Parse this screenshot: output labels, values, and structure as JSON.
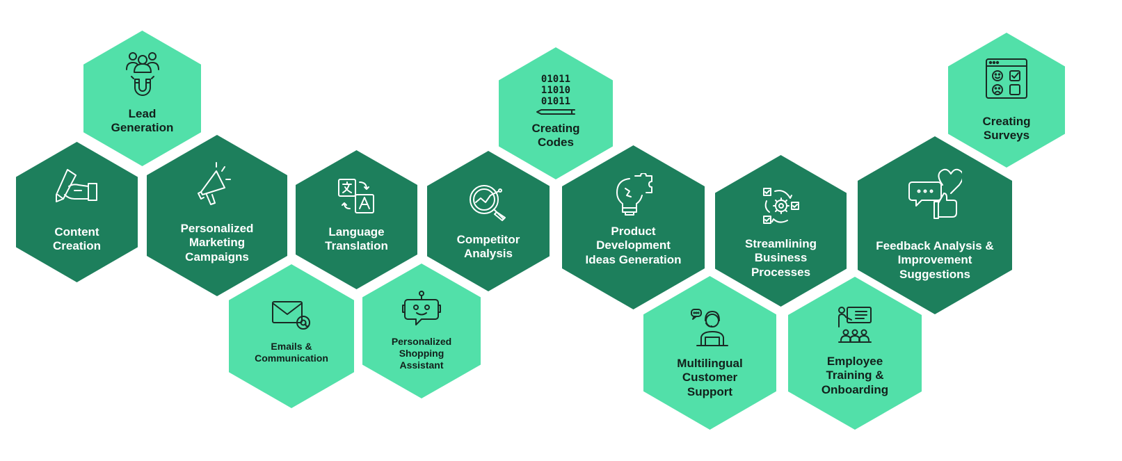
{
  "diagram": {
    "items": [
      {
        "id": "lead-generation",
        "label": "Lead\nGeneration",
        "icon": "users-magnet-icon",
        "tone": "light"
      },
      {
        "id": "content-creation",
        "label": "Content\nCreation",
        "icon": "hand-pen-icon",
        "tone": "dark"
      },
      {
        "id": "personalized-marketing-campaigns",
        "label": "Personalized\nMarketing\nCampaigns",
        "icon": "megaphone-icon",
        "tone": "dark"
      },
      {
        "id": "emails-communication",
        "label": "Emails &\nCommunication",
        "icon": "email-at-icon",
        "tone": "light"
      },
      {
        "id": "language-translation",
        "label": "Language\nTranslation",
        "icon": "translate-icon",
        "tone": "dark"
      },
      {
        "id": "personalized-shopping-assistant",
        "label": "Personalized\nShopping\nAssistant",
        "icon": "robot-chat-icon",
        "tone": "light"
      },
      {
        "id": "competitor-analysis",
        "label": "Competitor\nAnalysis",
        "icon": "magnifier-chart-icon",
        "tone": "dark"
      },
      {
        "id": "creating-codes",
        "label": "Creating\nCodes",
        "icon": "binary-code-icon",
        "code_lines": [
          "01011",
          "11010",
          "01011"
        ],
        "tone": "light"
      },
      {
        "id": "product-development",
        "label": "Product\nDevelopment\nIdeas Generation",
        "icon": "lightbulb-puzzle-icon",
        "tone": "dark"
      },
      {
        "id": "streamlining-business-processes",
        "label": "Streamlining\nBusiness\nProcesses",
        "icon": "process-gear-icon",
        "tone": "dark"
      },
      {
        "id": "multilingual-customer-support",
        "label": "Multilingual\nCustomer\nSupport",
        "icon": "support-agent-icon",
        "tone": "light"
      },
      {
        "id": "employee-training-onboarding",
        "label": "Employee\nTraining &\nOnboarding",
        "icon": "presentation-icon",
        "tone": "light"
      },
      {
        "id": "feedback-analysis",
        "label": "Feedback Analysis &\nImprovement\nSuggestions",
        "icon": "feedback-thumbs-icon",
        "tone": "dark"
      },
      {
        "id": "creating-surveys",
        "label": "Creating\nSurveys",
        "icon": "survey-form-icon",
        "tone": "light"
      }
    ]
  }
}
